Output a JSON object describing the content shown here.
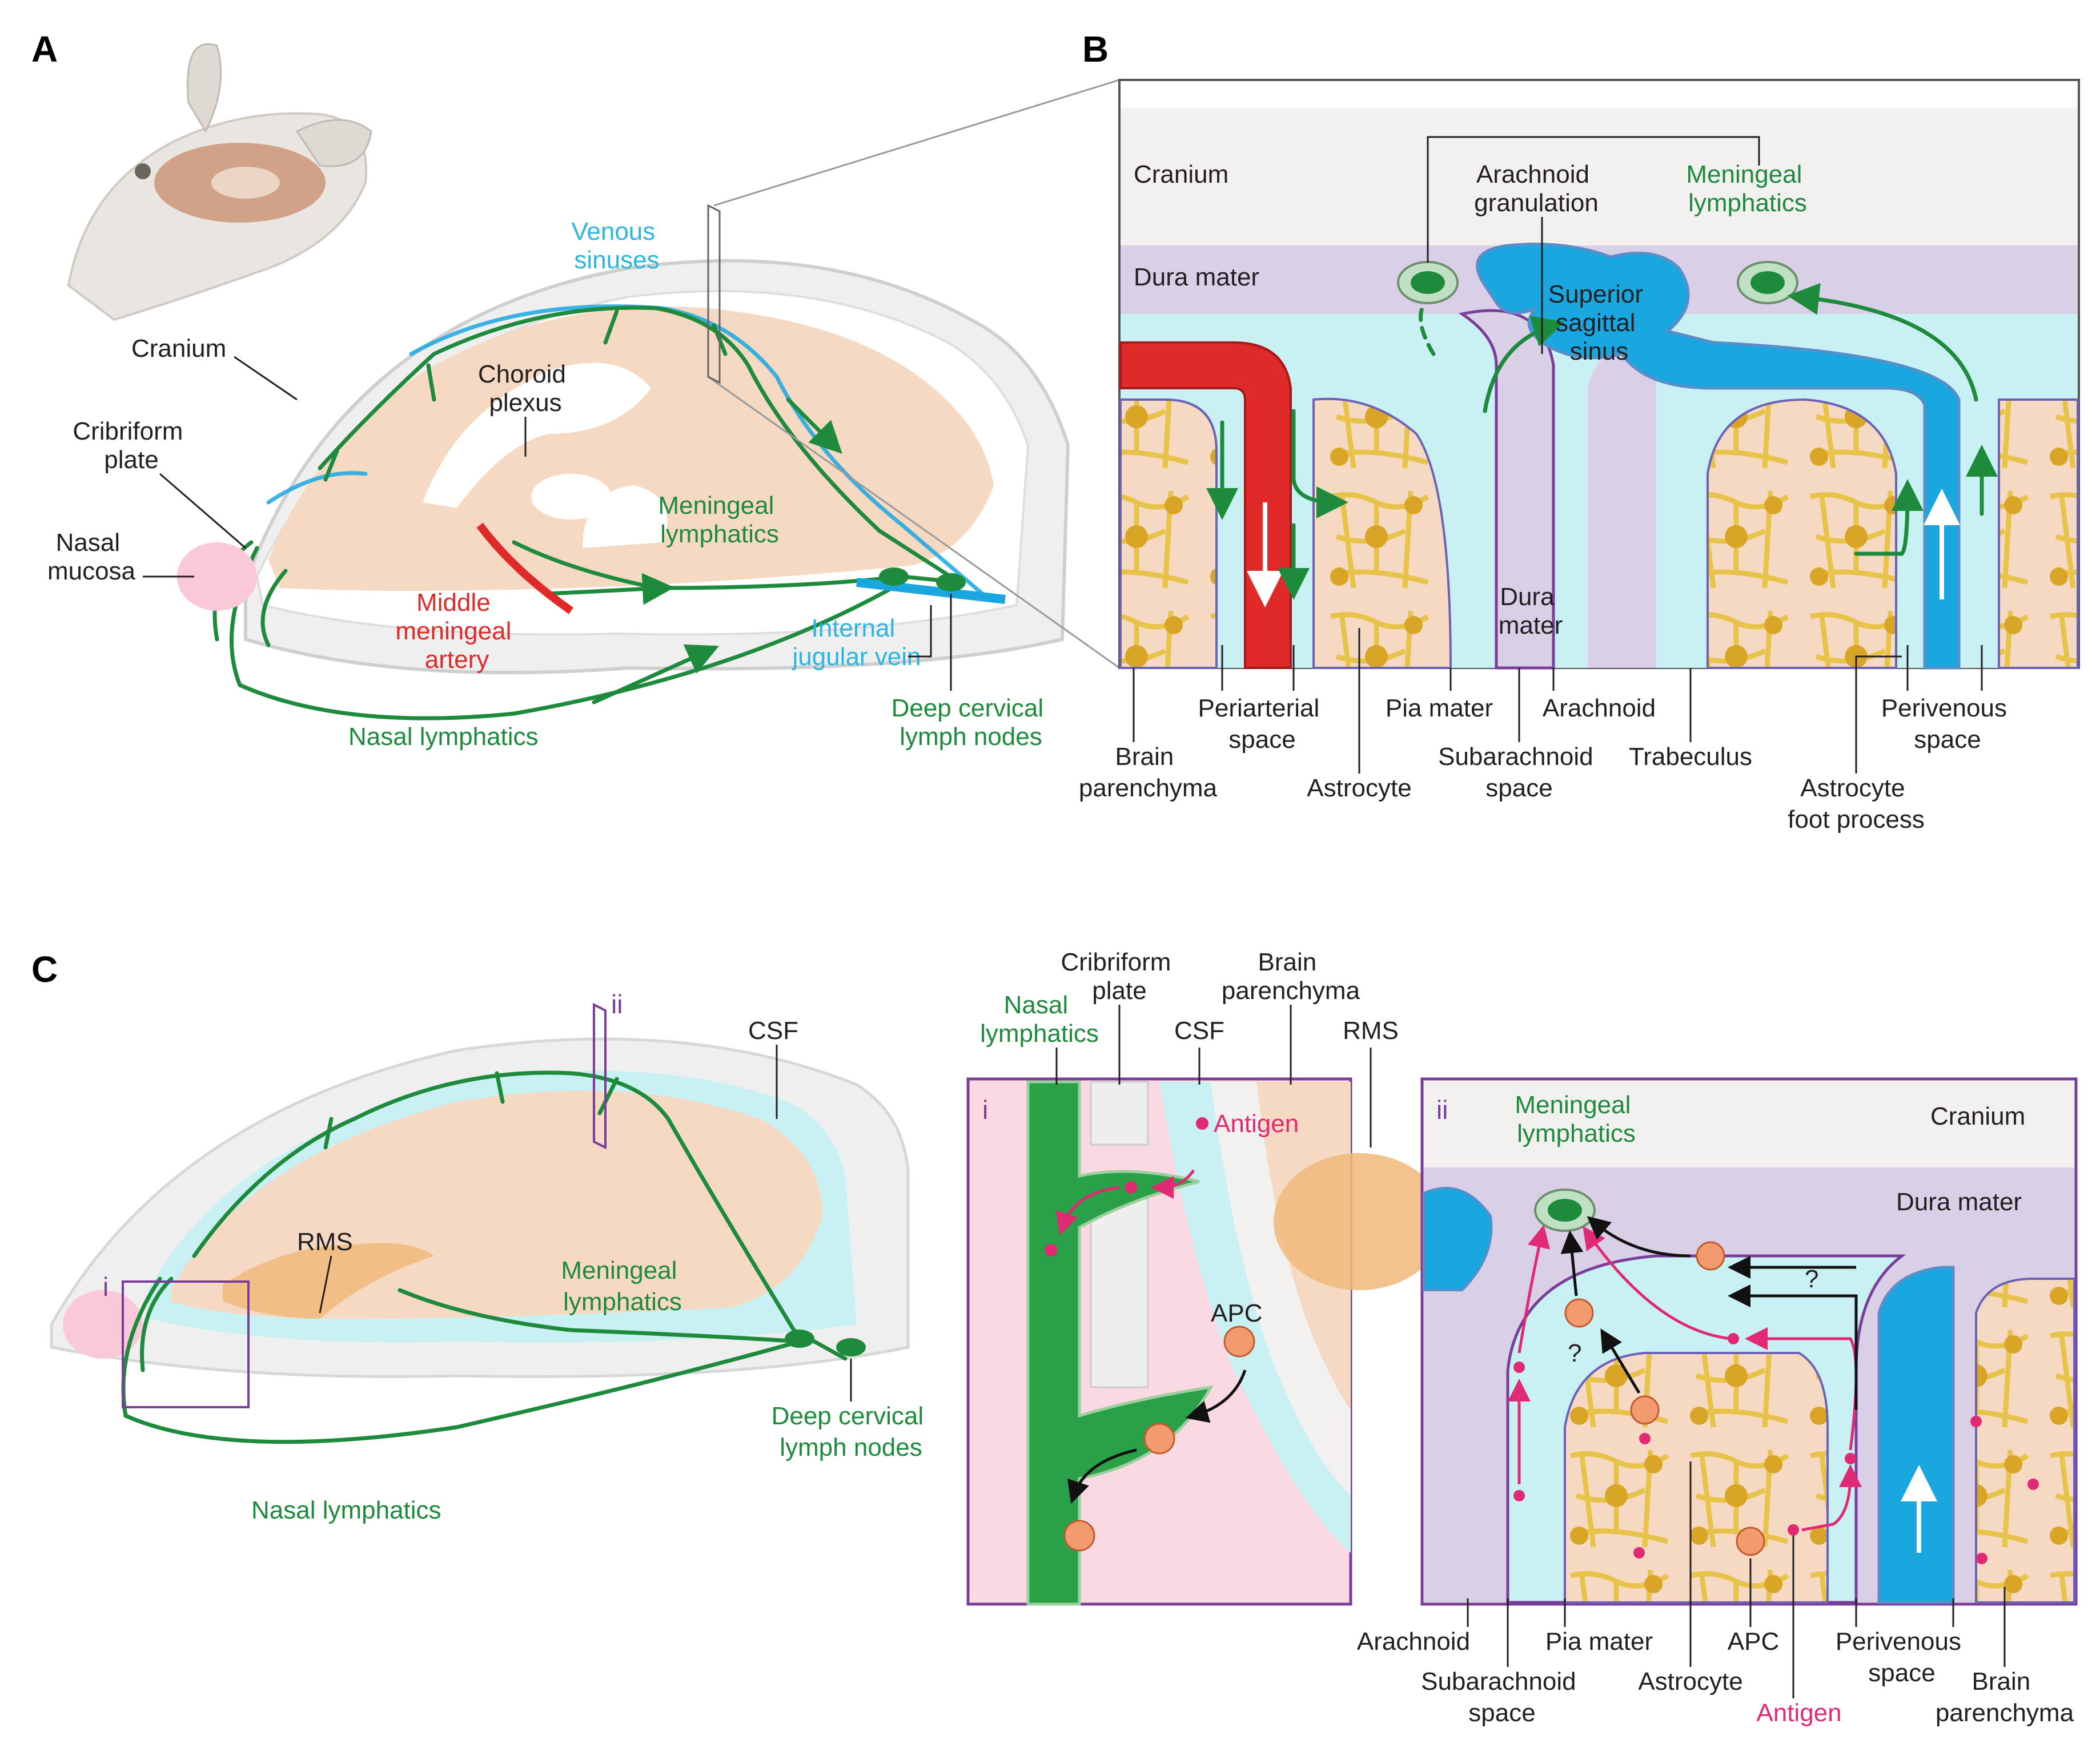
{
  "panels": {
    "a": "A",
    "b": "B",
    "c": "C",
    "inset_i": "i",
    "inset_ii": "ii"
  },
  "panel_a": {
    "venous_sinuses": [
      "Venous",
      "sinuses"
    ],
    "cranium": "Cranium",
    "choroid_plexus": [
      "Choroid",
      "plexus"
    ],
    "cribriform_plate": [
      "Cribriform",
      "plate"
    ],
    "nasal_mucosa": [
      "Nasal",
      "mucosa"
    ],
    "meningeal_lymphatics": [
      "Meningeal",
      "lymphatics"
    ],
    "middle_meningeal_artery": [
      "Middle",
      "meningeal",
      "artery"
    ],
    "internal_jugular_vein": [
      "Internal",
      "jugular vein"
    ],
    "deep_cervical_lymph_nodes": [
      "Deep cervical",
      "lymph nodes"
    ],
    "nasal_lymphatics": "Nasal lymphatics"
  },
  "panel_b": {
    "cranium": "Cranium",
    "arachnoid_granulation": [
      "Arachnoid",
      "granulation"
    ],
    "meningeal_lymphatics": [
      "Meningeal",
      "lymphatics"
    ],
    "dura_mater_top": "Dura mater",
    "superior_sagittal_sinus": [
      "Superior",
      "sagittal",
      "sinus"
    ],
    "dura_mater_inner": [
      "Dura",
      "mater"
    ],
    "brain_parenchyma": [
      "Brain",
      "parenchyma"
    ],
    "periarterial_space": [
      "Periarterial",
      "space"
    ],
    "astrocyte": "Astrocyte",
    "pia_mater": "Pia mater",
    "subarachnoid_space": [
      "Subarachnoid",
      "space"
    ],
    "arachnoid": "Arachnoid",
    "trabeculus": "Trabeculus",
    "astrocyte_foot_process": [
      "Astrocyte",
      "foot process"
    ],
    "perivenous_space": [
      "Perivenous",
      "space"
    ]
  },
  "panel_c": {
    "csf": "CSF",
    "rms": "RMS",
    "meningeal_lymphatics": [
      "Meningeal",
      "lymphatics"
    ],
    "deep_cervical_lymph_nodes": [
      "Deep cervical",
      "lymph nodes"
    ],
    "nasal_lymphatics": "Nasal lymphatics",
    "inset_i": {
      "nasal_lymphatics": [
        "Nasal",
        "lymphatics"
      ],
      "cribriform_plate": [
        "Cribriform",
        "plate"
      ],
      "brain_parenchyma": [
        "Brain",
        "parenchyma"
      ],
      "csf": "CSF",
      "rms": "RMS",
      "antigen": "Antigen",
      "apc": "APC"
    },
    "inset_ii": {
      "meningeal_lymphatics": [
        "Meningeal",
        "lymphatics"
      ],
      "cranium": "Cranium",
      "dura_mater": "Dura mater",
      "question_mark": "?",
      "arachnoid": "Arachnoid",
      "subarachnoid_space": [
        "Subarachnoid",
        "space"
      ],
      "pia_mater": "Pia mater",
      "astrocyte": "Astrocyte",
      "apc": "APC",
      "antigen": "Antigen",
      "perivenous_space": [
        "Perivenous",
        "space"
      ],
      "brain_parenchyma": [
        "Brain",
        "parenchyma"
      ]
    }
  },
  "colors": {
    "lymphatic": "#1e8a3c",
    "vein": "#1aa7e0",
    "artery": "#e02a2a",
    "antigen": "#e02a74",
    "brain": "#f6d9c3",
    "dura": "#d9cfe6",
    "csf": "#c9f0f2",
    "astrocyte": "#e8c34a",
    "frame": "#7a3d9a"
  }
}
